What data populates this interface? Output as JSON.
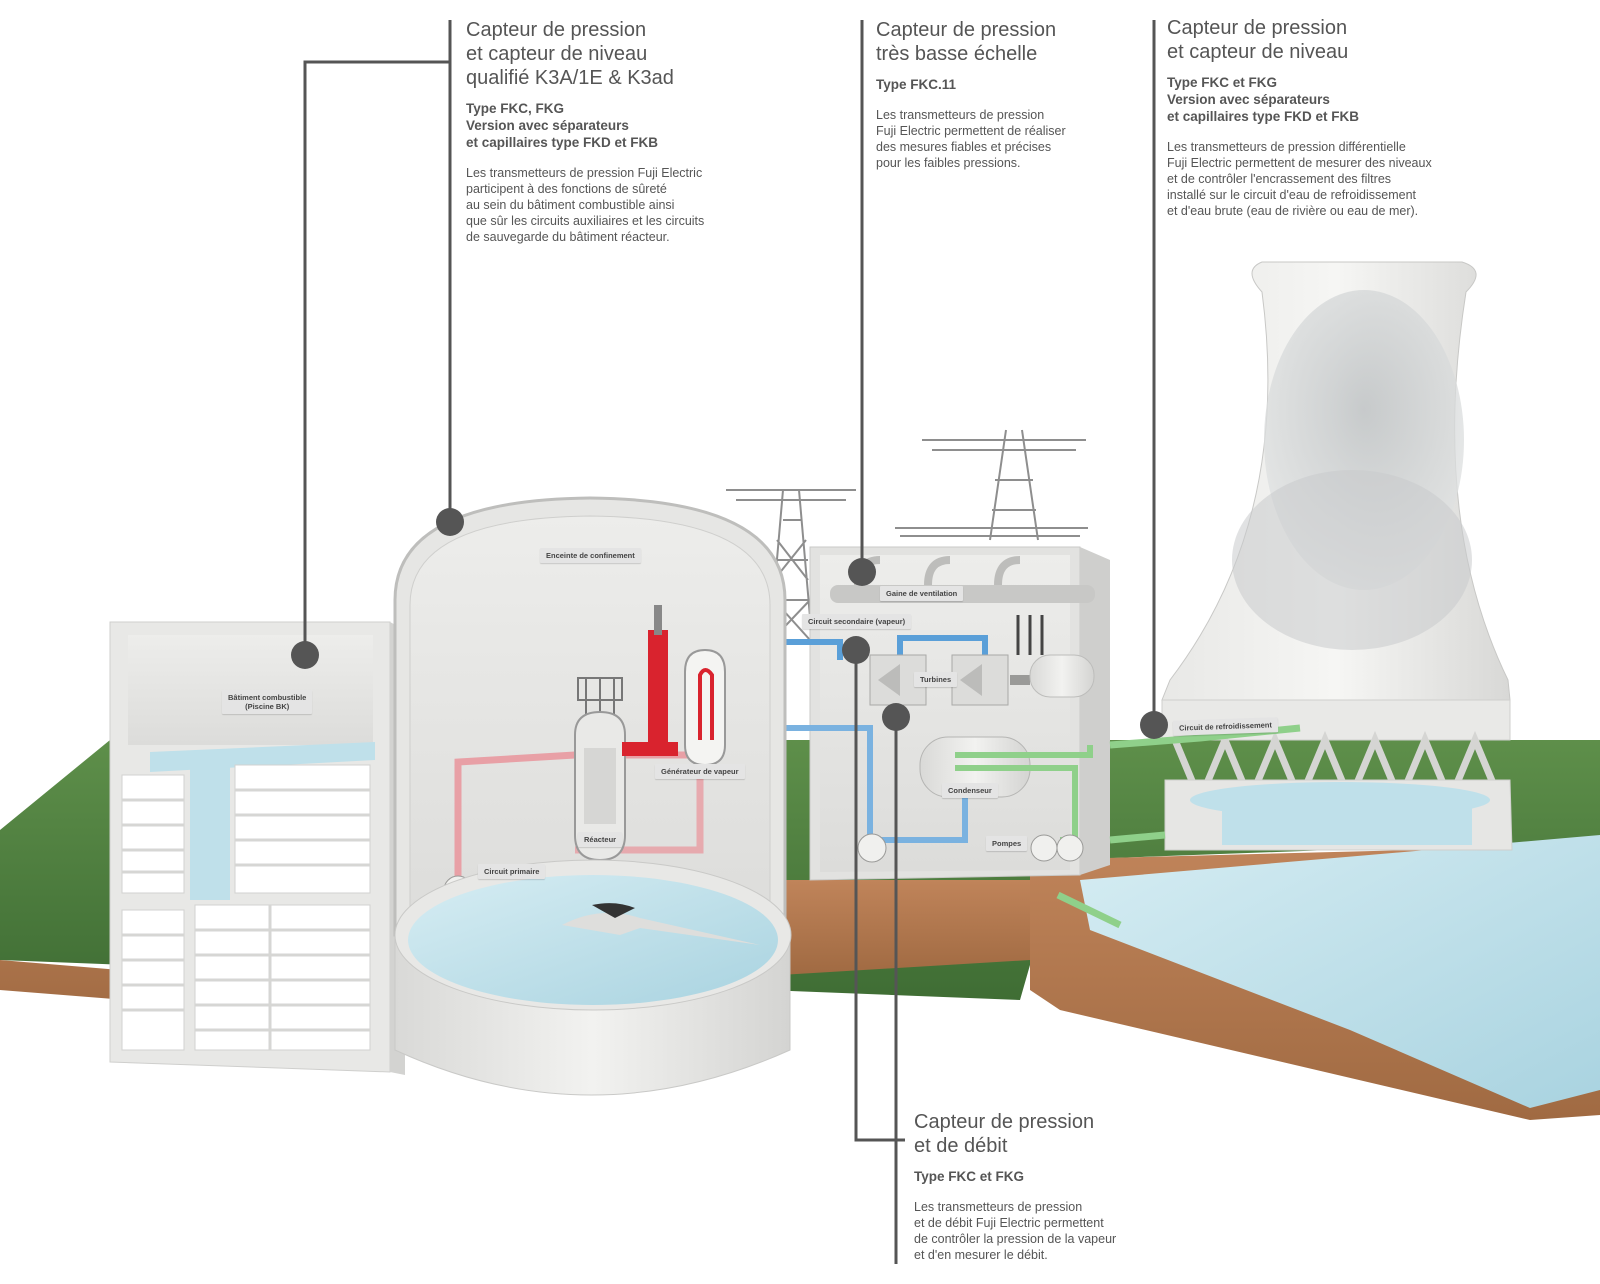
{
  "colors": {
    "leader_line": "#555555",
    "primary_circuit": "#e8a0a6",
    "reactor_hot": "#d9232e",
    "secondary_circuit": "#5a9fd8",
    "cooling_circuit": "#8fd08a",
    "water": "#b9dde8",
    "grass": "#4f7f3f",
    "soil": "#b57a4f"
  },
  "callouts": [
    {
      "title_lines": [
        "Capteur de pression",
        "et capteur de niveau",
        "qualifié K3A/1E & K3ad"
      ],
      "type_lines": [
        "Type FKC,  FKG",
        "Version avec séparateurs",
        "et capillaires type FKD et FKB"
      ],
      "desc_lines": [
        "Les transmetteurs de pression Fuji Electric",
        "participent à des fonctions de sûreté",
        "au sein du bâtiment combustible ainsi",
        "que sûr les circuits auxiliaires et les circuits",
        "de sauvegarde du bâtiment réacteur."
      ]
    },
    {
      "title_lines": [
        "Capteur de pression",
        "très basse échelle"
      ],
      "type_lines": [
        "Type FKC.11"
      ],
      "desc_lines": [
        "Les transmetteurs de pression",
        "Fuji Electric permettent de réaliser",
        "des mesures fiables et précises",
        "pour les faibles pressions."
      ]
    },
    {
      "title_lines": [
        "Capteur de pression",
        "et capteur de niveau"
      ],
      "type_lines": [
        "Type FKC et FKG",
        "Version avec séparateurs",
        "et capillaires type FKD et FKB"
      ],
      "desc_lines": [
        "Les transmetteurs de pression différentielle",
        "Fuji Electric permettent de mesurer des niveaux",
        "et de contrôler l'encrassement des filtres",
        "installé sur le circuit d'eau de refroidissement",
        "et d'eau brute (eau de rivière ou eau de mer)."
      ]
    },
    {
      "title_lines": [
        "Capteur de pression",
        "et de débit"
      ],
      "type_lines": [
        "Type FKC et FKG"
      ],
      "desc_lines": [
        "Les transmetteurs de pression",
        "et de débit Fuji Electric permettent",
        "de contrôler la pression de la vapeur",
        "et d'en mesurer le débit."
      ]
    }
  ],
  "labels": {
    "enceinte": "Enceinte de confinement",
    "batiment_combustible_1": "Bâtiment combustible",
    "batiment_combustible_2": "(Piscine BK)",
    "generateur": "Générateur de vapeur",
    "reacteur": "Réacteur",
    "circuit_primaire": "Circuit primaire",
    "gaine": "Gaine de ventilation",
    "circuit_secondaire": "Circuit secondaire (vapeur)",
    "turbines": "Turbines",
    "condenseur": "Condenseur",
    "pompes": "Pompes",
    "circuit_refroidissement": "Circuit de refroidissement"
  }
}
